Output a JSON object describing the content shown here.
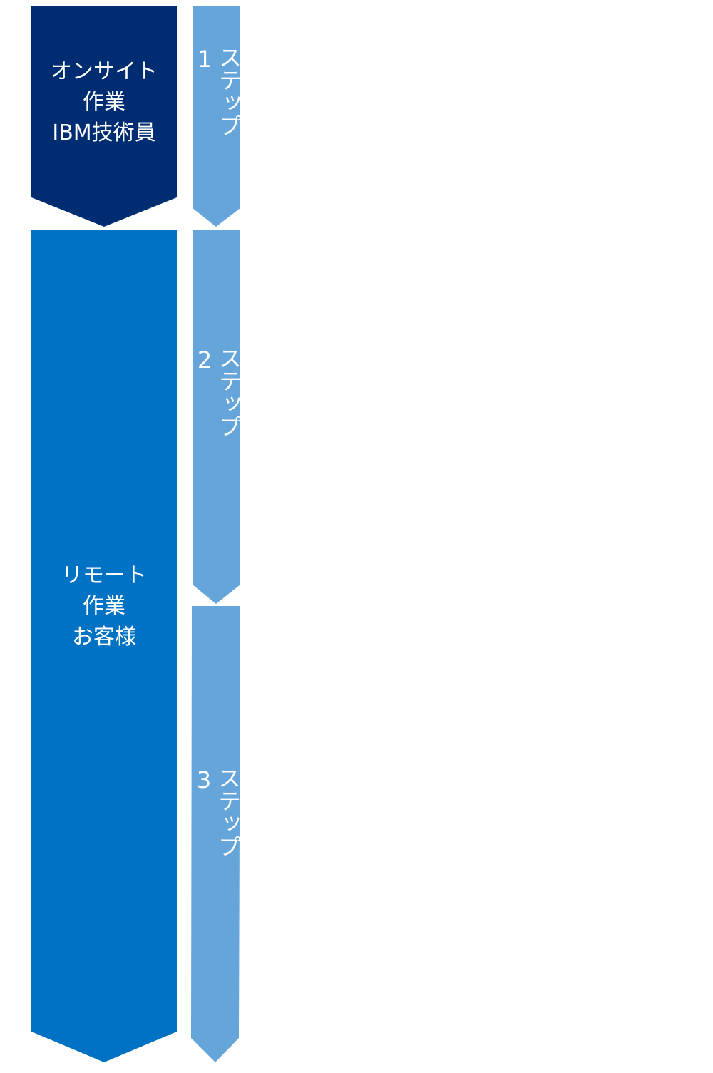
{
  "phases": [
    {
      "lines": [
        "オンサイト",
        "作業",
        "IBM技術員"
      ],
      "color": "#002d72"
    },
    {
      "lines": [
        "リモート",
        "作業",
        "お客様"
      ],
      "color": "#0072c3"
    }
  ],
  "steps": [
    {
      "label": "ステップ1"
    },
    {
      "label": "ステップ2"
    },
    {
      "label": "ステップ3"
    }
  ],
  "colors": {
    "step_fill": "#65a5da",
    "text": "#ffffff",
    "background": "#ffffff"
  }
}
